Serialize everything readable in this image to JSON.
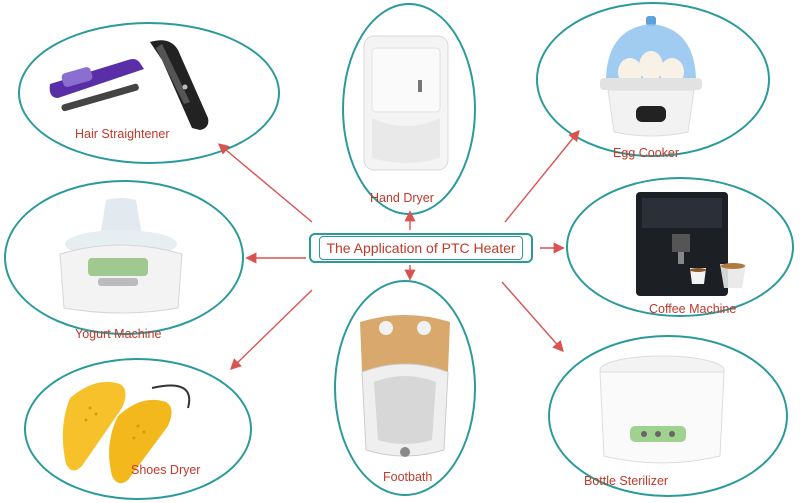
{
  "center": {
    "title": "The Application of PTC Heater"
  },
  "applications": [
    {
      "label": "Hair Straightener"
    },
    {
      "label": "Hand Dryer"
    },
    {
      "label": "Egg Cooker"
    },
    {
      "label": "Yogurt Machine"
    },
    {
      "label": "Coffee Machine"
    },
    {
      "label": "Shoes Dryer"
    },
    {
      "label": "Footbath"
    },
    {
      "label": "Bottle Sterilizer"
    }
  ],
  "colors": {
    "border": "#2a9a9a",
    "arrow": "#d9534f",
    "label": "#c0392b"
  }
}
